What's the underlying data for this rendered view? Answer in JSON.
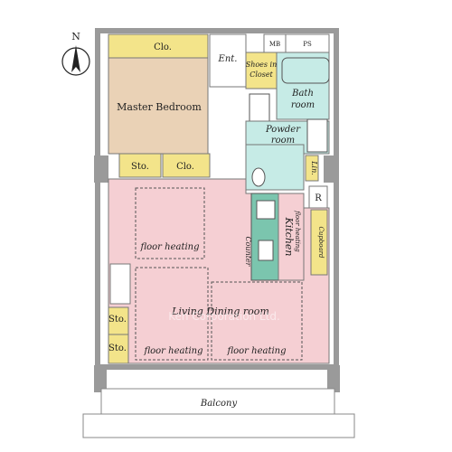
{
  "compass": {
    "north": "N"
  },
  "rooms": {
    "clo_top": "Clo.",
    "master_bedroom": "Master Bedroom",
    "sto_mid": "Sto.",
    "clo_mid": "Clo.",
    "ent": "Ent.",
    "mb": "MB",
    "ps": "PS",
    "shoes_line1": "Shoes in",
    "shoes_line2": "Closet",
    "bath_line1": "Bath",
    "bath_line2": "room",
    "powder_line1": "Powder",
    "powder_line2": "room",
    "lin": "Lin.",
    "r": "R",
    "kitchen": "Kitchen",
    "kitchen_floor_heating": "floor heating",
    "counter": "Counter",
    "cupboard": "Cupboard",
    "floor_heating_1": "floor heating",
    "living_dining": "Living Dining room",
    "sto_left_1": "Sto.",
    "sto_left_2": "Sto.",
    "floor_heating_2": "floor heating",
    "floor_heating_3": "floor heating",
    "balcony": "Balcony"
  },
  "watermark": "Ken Corporation Ltd.",
  "colors": {
    "bedroom": "#ead2b6",
    "closet": "#f3e48a",
    "living": "#f5cfd3",
    "wet": "#c6ebe6",
    "kitchen_counter": "#7bc5ae",
    "wall": "#9a9a9a"
  }
}
